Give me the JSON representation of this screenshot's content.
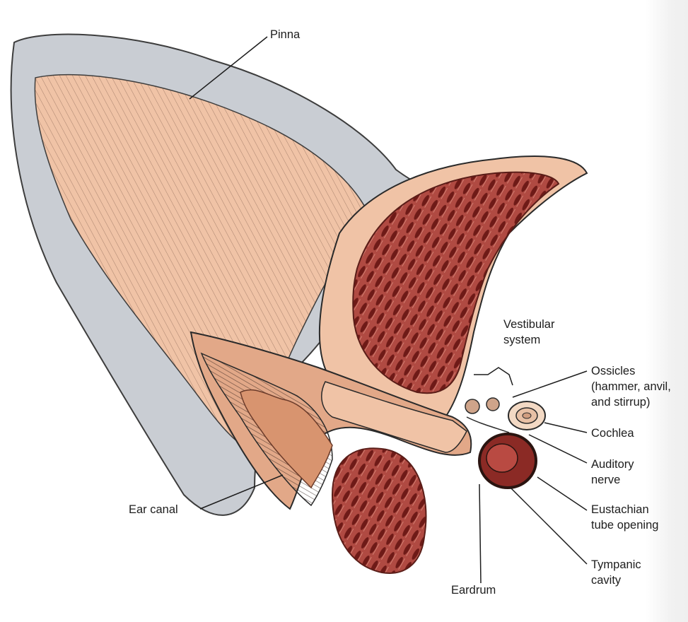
{
  "labels": {
    "pinna": "Pinna",
    "vestibular": [
      "Vestibular",
      "system"
    ],
    "ossicles": [
      "Ossicles",
      "(hammer, anvil,",
      "and stirrup)"
    ],
    "cochlea": "Cochlea",
    "auditory": [
      "Auditory",
      "nerve"
    ],
    "eustachian": [
      "Eustachian",
      "tube opening"
    ],
    "tympanic": [
      "Tympanic",
      "cavity"
    ],
    "eardrum": "Eardrum",
    "ear_canal": "Ear canal"
  },
  "colors": {
    "skin": "#f0c3a6",
    "skin_dark": "#e2a888",
    "muscle": "#a5413a",
    "muscle_dark": "#6e1a17",
    "fur": "#c9cdd3",
    "ink": "#1d1d1d"
  }
}
